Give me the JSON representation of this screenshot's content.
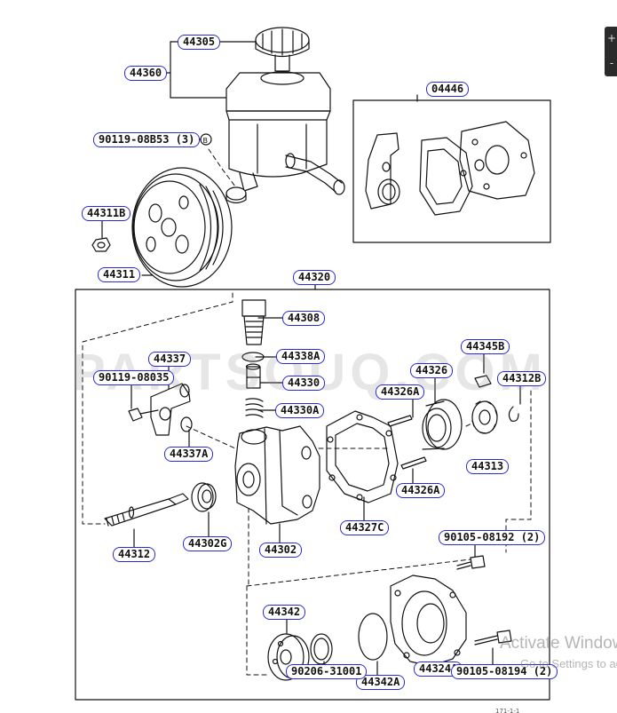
{
  "watermark": "PARTSOUQ.COM",
  "windows_activation": {
    "title": "Activate Windows",
    "subtitle": "Go to Settings to activate"
  },
  "scroll_widget": {
    "up_glyph": "+",
    "down_glyph": "-"
  },
  "footer_code": "171-1-1",
  "labels": {
    "l44305": "44305",
    "l44360": "44360",
    "l04446": "04446",
    "l90119_08b53": "90119-08B53 (3)",
    "l44311b": "44311B",
    "l44311": "44311",
    "l44320": "44320",
    "l44308": "44308",
    "l44338a": "44338A",
    "l44337": "44337",
    "l90119_08035": "90119-08035",
    "l44330": "44330",
    "l44330a": "44330A",
    "l44326": "44326",
    "l44326a_top": "44326A",
    "l44345b": "44345B",
    "l44312b": "44312B",
    "l44337a": "44337A",
    "l44313": "44313",
    "l44326a_bottom": "44326A",
    "l44327c": "44327C",
    "l44302g": "44302G",
    "l44302": "44302",
    "l44312": "44312",
    "l90105_08192": "90105-08192 (2)",
    "l44342": "44342",
    "l44342a": "44342A",
    "l44324a": "44324A",
    "l90105_08194": "90105-08194 (2)",
    "l90206_31001": "90206-31001"
  }
}
